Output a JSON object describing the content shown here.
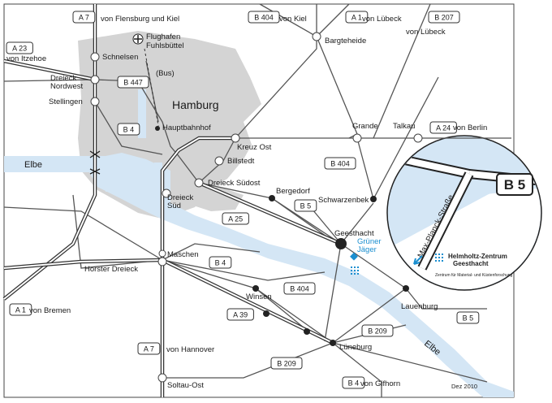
{
  "map": {
    "routes": {
      "a7_north": "A 7",
      "a7_south": "A 7",
      "a1_north": "A 1",
      "a1_south": "A 1",
      "a23": "A 23",
      "a24": "A 24",
      "a25": "A 25",
      "a39": "A 39",
      "b404_north": "B 404",
      "b404_mid": "B 404",
      "b404_south": "B 404",
      "b207": "B 207",
      "b447": "B 447",
      "b4_hamburg": "B 4",
      "b4_maschen": "B 4",
      "b4_south": "B 4",
      "b5_bergedorf": "B 5",
      "b5_lauenburg": "B 5",
      "b209_lueneburg": "B 209",
      "b209_south": "B 209"
    },
    "directions": {
      "from_flensburg": "von Flensburg und Kiel",
      "from_kiel": "von Kiel",
      "from_luebeck_a1": "von Lübeck",
      "from_luebeck_b207": "von Lübeck",
      "from_itzehoe": "von Itzehoe",
      "from_berlin": "von Berlin",
      "from_bremen": "von Bremen",
      "from_hannover": "von Hannover",
      "from_gifhorn": "von Gifhorn"
    },
    "places": {
      "airport_line1": "Flughafen",
      "airport_line2": "Fuhlsbüttel",
      "bus": "(Bus)",
      "hamburg": "Hamburg",
      "hauptbahnhof": "Hauptbahnhof",
      "schnelsen": "Schnelsen",
      "dreieck_nw_1": "Dreieck",
      "dreieck_nw_2": "Nordwest",
      "stellingen": "Stellingen",
      "bargteheide": "Bargteheide",
      "kreuz_ost": "Kreuz Ost",
      "grande": "Grande",
      "talkau": "Talkau",
      "billstedt": "Billstedt",
      "dreieck_suedost": "Dreieck Südost",
      "bergedorf": "Bergedorf",
      "schwarzenbek": "Schwarzenbek",
      "dreieck_sued_1": "Dreieck",
      "dreieck_sued_2": "Süd",
      "geesthacht": "Geesthacht",
      "gruener_1": "Grüner",
      "gruener_2": "Jäger",
      "maschen": "Maschen",
      "horster_dreieck": "Horster Dreieck",
      "winsen": "Winsen",
      "lauenburg": "Lauenburg",
      "lueneburg": "Lüneburg",
      "soltau_ost": "Soltau-Ost",
      "elbe_west": "Elbe",
      "elbe_east": "Elbe"
    },
    "inset": {
      "b5": "B 5",
      "street": "Max-Planck-Straße",
      "org_line1": "Helmholtz-Zentrum",
      "org_line2": "Geesthacht",
      "org_line3": "Zentrum für Material- und Küstenforschung"
    },
    "date": "Dez 2010",
    "colors": {
      "water": "#d4e6f5",
      "urban": "#d4d4d4",
      "accent": "#1b8fd0",
      "roads": "#333333"
    }
  }
}
